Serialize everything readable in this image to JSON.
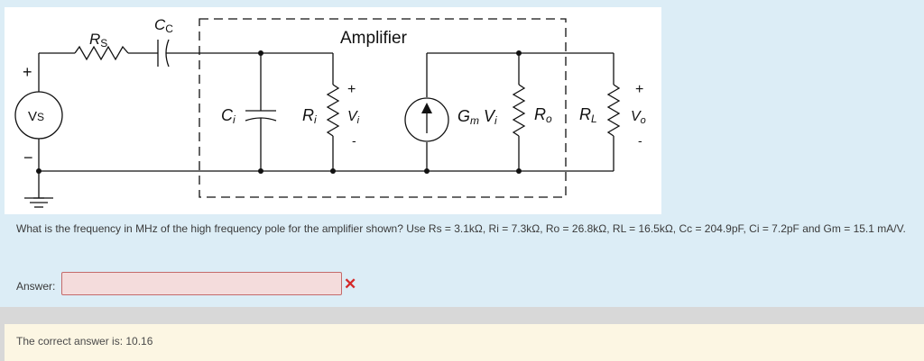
{
  "circuit": {
    "title": "Amplifier",
    "labels": {
      "rs": "RS",
      "cc": "CC",
      "vs": "VS",
      "ci": "Ci",
      "ri": "Ri",
      "vi": "Vi",
      "gm_vi": "Gm Vi",
      "ro": "Ro",
      "rl": "RL",
      "vo": "Vo",
      "plus": "+",
      "minus": "−",
      "small_minus": "-"
    }
  },
  "question": {
    "text": "What is the frequency in MHz of the high frequency pole for the amplifier shown? Use Rs = 3.1kΩ, Ri = 7.3kΩ, Ro = 26.8kΩ, RL = 16.5kΩ, Cc = 204.9pF, Ci = 7.2pF and Gm = 15.1 mA/V."
  },
  "answer": {
    "label": "Answer:",
    "value": "",
    "status_icon": "incorrect-x-icon"
  },
  "feedback": {
    "text": "The correct answer is: 10.16"
  },
  "colors": {
    "panel_bg": "#dcedf6",
    "feedback_bg": "#fcf6e3",
    "input_bg": "#f4dcdc",
    "input_border": "#c46a6a",
    "error": "#d42a2a"
  }
}
